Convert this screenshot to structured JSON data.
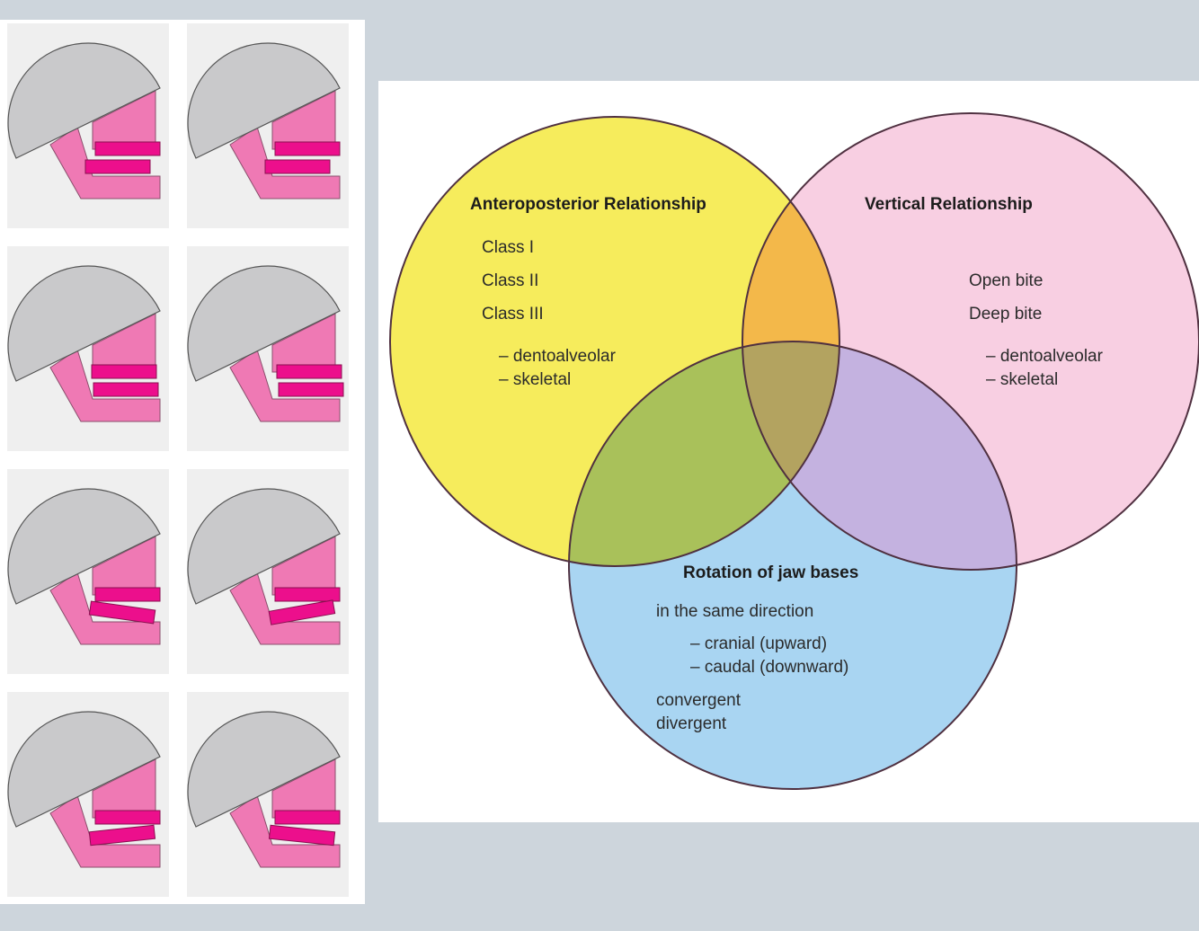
{
  "colors": {
    "background": "#cdd5dc",
    "panel": "#ffffff",
    "tile": "#efefef",
    "skull": "#c9c9cb",
    "jaw": "#ef79b4",
    "maxilla": "#ef79b4",
    "tooth": "#ec0f8c",
    "circle_ap": "#f6ec5c",
    "circle_vertical": "#f8cfe2",
    "circle_rotation": "#a9d5f2",
    "overlap_ap_vertical": "#f3b84a",
    "overlap_ap_rotation": "#a9c15a",
    "overlap_vertical_rotation": "#c4b2e0",
    "overlap_center": "#b3a360",
    "outline": "#4f3040"
  },
  "venn": {
    "anteroposterior": {
      "title": "Anteroposterior Relationship",
      "items": [
        "Class I",
        "Class II",
        "Class III"
      ],
      "subitems": [
        "– dentoalveolar",
        "– skeletal"
      ]
    },
    "vertical": {
      "title": "Vertical Relationship",
      "items": [
        "Open bite",
        "Deep bite"
      ],
      "subitems": [
        "– dentoalveolar",
        "– skeletal"
      ]
    },
    "rotation": {
      "title": "Rotation of jaw bases",
      "line1": "in the same direction",
      "subitems": [
        "– cranial (upward)",
        "– caudal (downward)"
      ],
      "items": [
        "convergent",
        "divergent"
      ]
    }
  }
}
